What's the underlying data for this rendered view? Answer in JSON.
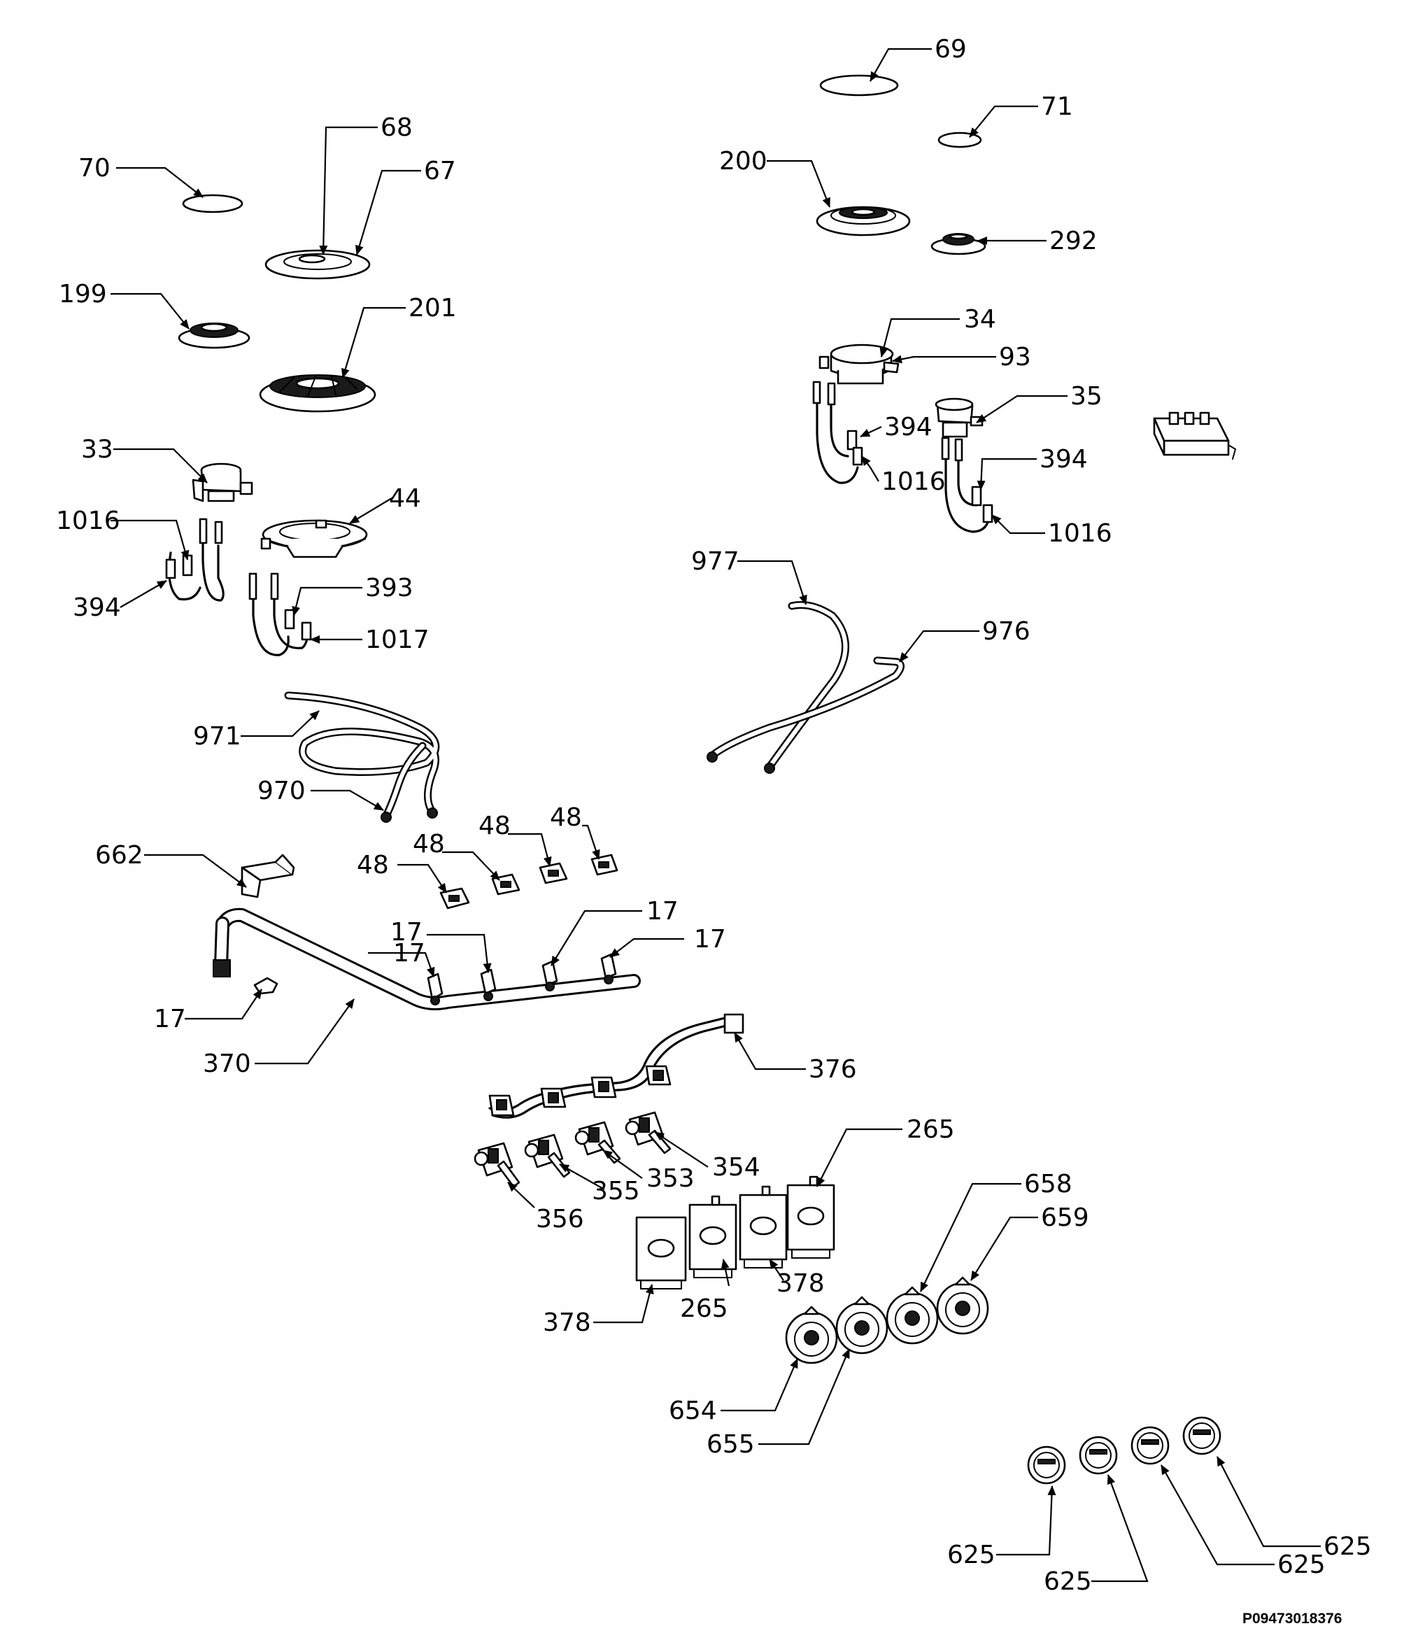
{
  "drawing": {
    "code": "P09473018376",
    "labels": {
      "p69": "69",
      "p71": "71",
      "p200": "200",
      "p292": "292",
      "p34": "34",
      "p93": "93",
      "p35": "35",
      "p394a": "394",
      "p1016a": "1016",
      "p394b": "394",
      "p1016b": "1016",
      "p70": "70",
      "p68": "68",
      "p67": "67",
      "p199": "199",
      "p201": "201",
      "p33": "33",
      "p1016c": "1016",
      "p394c": "394",
      "p44": "44",
      "p393": "393",
      "p1017": "1017",
      "p977": "977",
      "p976": "976",
      "p971": "971",
      "p970": "970",
      "p48a": "48",
      "p48b": "48",
      "p48c": "48",
      "p48d": "48",
      "p662": "662",
      "p17a": "17",
      "p17b": "17",
      "p17c": "17",
      "p17d": "17",
      "p17e": "17",
      "p370": "370",
      "p376": "376",
      "p354": "354",
      "p353": "353",
      "p355": "355",
      "p356": "356",
      "p265a": "265",
      "p265b": "265",
      "p378a": "378",
      "p378b": "378",
      "p658": "658",
      "p659": "659",
      "p654": "654",
      "p655": "655",
      "p625a": "625",
      "p625b": "625",
      "p625c": "625",
      "p625d": "625"
    }
  }
}
